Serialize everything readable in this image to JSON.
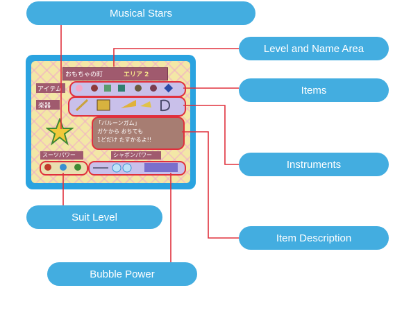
{
  "callouts": {
    "musical_stars": "Musical Stars",
    "level_name_area": "Level and Name Area",
    "items": "Items",
    "instruments": "Instruments",
    "suit_level": "Suit Level",
    "item_description": "Item Description",
    "bubble_power": "Bubble Power"
  },
  "game_screen": {
    "place_name": "おもちゃの町",
    "area_label": "エリア 2",
    "items_label": "アイテム",
    "instruments_label": "楽器",
    "description_lines": [
      "「バルーンガム」",
      "ガケから おちても",
      "1どだけ たすかるよ!!"
    ],
    "suit_power_label": "スーツパワー",
    "bubble_power_label": "シャボンパワー"
  },
  "colors": {
    "callout": "#43ade0",
    "leader_line": "#e0303c",
    "frame": "#2aa3e0"
  }
}
